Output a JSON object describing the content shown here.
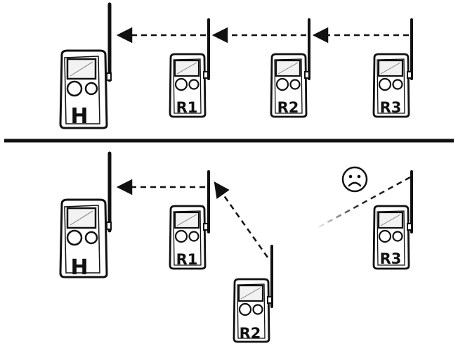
{
  "top_scene": {
    "devices": {
      "hub": "H",
      "relay1": "R1",
      "relay2": "R2",
      "relay3": "R3"
    }
  },
  "bottom_scene": {
    "devices": {
      "hub": "H",
      "relay1": "R1",
      "relay2": "R2",
      "relay3": "R3"
    },
    "status_icon": "sad-face-icon"
  },
  "colors": {
    "ink": "#111111",
    "device_fill": "#ffffff",
    "screen_fill": "#f2f2f2"
  }
}
